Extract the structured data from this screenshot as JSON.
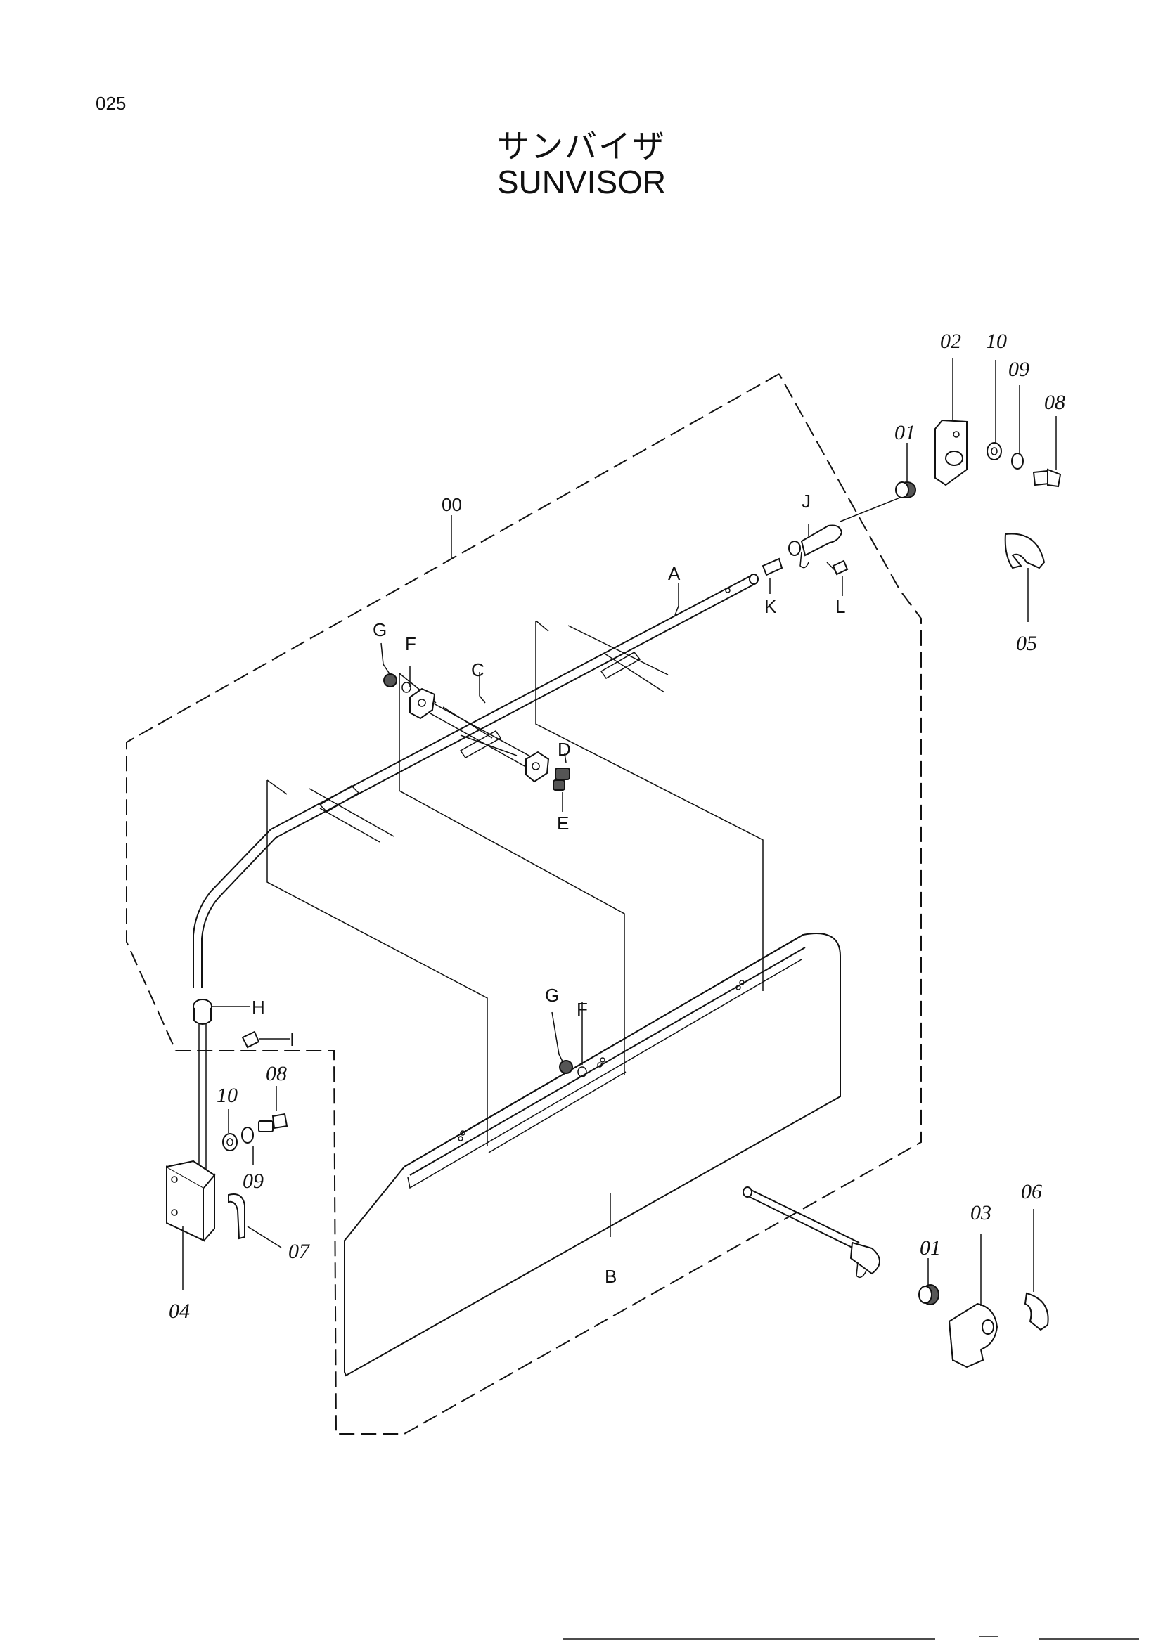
{
  "page_number": "025",
  "title_jp": "サンバイザ",
  "title_en": "SUNVISOR",
  "callouts": {
    "p00": "00",
    "p01a": "01",
    "p01b": "01",
    "p02": "02",
    "p03": "03",
    "p04": "04",
    "p05": "05",
    "p06": "06",
    "p07": "07",
    "p08a": "08",
    "p08b": "08",
    "p09a": "09",
    "p09b": "09",
    "p10a": "10",
    "p10b": "10",
    "A": "A",
    "B": "B",
    "C": "C",
    "D": "D",
    "E": "E",
    "Fa": "F",
    "Fb": "F",
    "Ga": "G",
    "Gb": "G",
    "H": "H",
    "I": "I",
    "J": "J",
    "K": "K",
    "L": "L"
  }
}
